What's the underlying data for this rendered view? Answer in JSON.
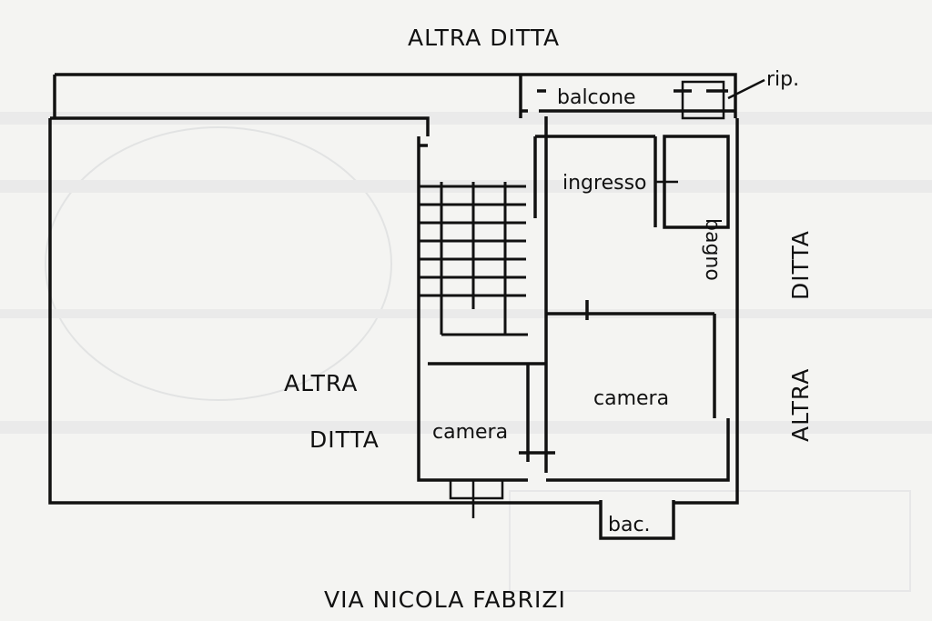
{
  "labels": {
    "top_neighbor": "ALTRA   DITTA",
    "balcony_top": "balcone",
    "landing": "rip.",
    "entrance": "ingresso",
    "bathroom": "bagno",
    "right_neighbor_upper": "DITTA",
    "right_neighbor_lower": "ALTRA",
    "left_neighbor_line1": "ALTRA",
    "left_neighbor_line2": "DITTA",
    "bedroom_left": "camera",
    "bedroom_right": "camera",
    "balcony_bottom": "bac.",
    "street": "VIA NICOLA   FABRIZI"
  },
  "colors": {
    "ink": "#111111",
    "paper": "#f4f4f2",
    "ghost": "#d9dadc"
  }
}
